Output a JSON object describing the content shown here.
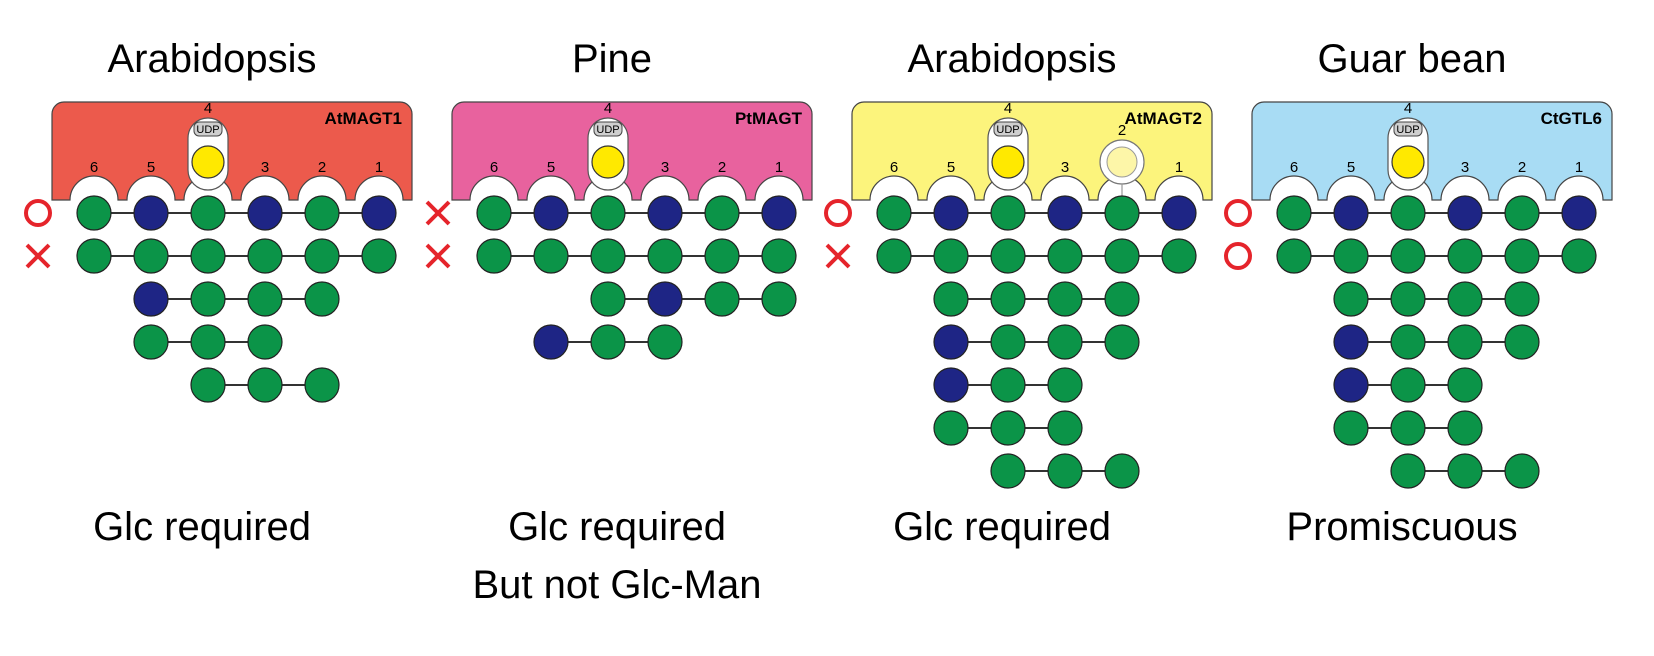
{
  "panels": [
    {
      "organism": "Arabidopsis",
      "enzyme": "AtMAGT1",
      "color": "#ec5a4c",
      "udp_label": "UDP",
      "top_number": "4",
      "site_numbers": [
        "6",
        "5",
        "3",
        "2",
        "1"
      ],
      "extra_site": null,
      "marks": [
        "circle",
        "cross"
      ],
      "rows": [
        [
          "G",
          "B",
          "G",
          "B",
          "G",
          "B"
        ],
        [
          "G",
          "G",
          "G",
          "G",
          "G",
          "G"
        ],
        [
          null,
          "B",
          "G",
          "G",
          "G",
          null
        ],
        [
          null,
          "G",
          "G",
          "G",
          null,
          null
        ],
        [
          null,
          null,
          "G",
          "G",
          "G",
          null
        ]
      ],
      "caption": [
        "Glc required"
      ]
    },
    {
      "organism": "Pine",
      "enzyme": "PtMAGT",
      "color": "#e8629e",
      "udp_label": "UDP",
      "top_number": "4",
      "site_numbers": [
        "6",
        "5",
        "3",
        "2",
        "1"
      ],
      "extra_site": null,
      "marks": [
        "cross",
        "cross"
      ],
      "rows": [
        [
          "G",
          "B",
          "G",
          "B",
          "G",
          "B"
        ],
        [
          "G",
          "G",
          "G",
          "G",
          "G",
          "G"
        ],
        [
          null,
          null,
          "G",
          "B",
          "G",
          "G"
        ],
        [
          null,
          "B",
          "G",
          "G",
          null,
          null
        ]
      ],
      "caption": [
        "Glc required",
        "But not Glc-Man"
      ]
    },
    {
      "organism": "Arabidopsis",
      "enzyme": "AtMAGT2",
      "color": "#fcf47c",
      "udp_label": "UDP",
      "top_number": "4",
      "site_numbers": [
        "6",
        "5",
        "3",
        "1"
      ],
      "extra_site": "2",
      "marks": [
        "circle",
        "cross"
      ],
      "rows": [
        [
          "G",
          "B",
          "G",
          "B",
          "G",
          "B"
        ],
        [
          "G",
          "G",
          "G",
          "G",
          "G",
          "G"
        ],
        [
          null,
          "G",
          "G",
          "G",
          "G",
          null
        ],
        [
          null,
          "B",
          "G",
          "G",
          "G",
          null
        ],
        [
          null,
          "B",
          "G",
          "G",
          null,
          null
        ],
        [
          null,
          "G",
          "G",
          "G",
          null,
          null
        ],
        [
          null,
          null,
          "G",
          "G",
          "G",
          null
        ]
      ],
      "caption": [
        "Glc required"
      ]
    },
    {
      "organism": "Guar bean",
      "enzyme": "CtGTL6",
      "color": "#a8dcf4",
      "udp_label": "UDP",
      "top_number": "4",
      "site_numbers": [
        "6",
        "5",
        "3",
        "2",
        "1"
      ],
      "extra_site": null,
      "marks": [
        "circle",
        "circle"
      ],
      "rows": [
        [
          "G",
          "B",
          "G",
          "B",
          "G",
          "B"
        ],
        [
          "G",
          "G",
          "G",
          "G",
          "G",
          "G"
        ],
        [
          null,
          "G",
          "G",
          "G",
          "G",
          null
        ],
        [
          null,
          "B",
          "G",
          "G",
          "G",
          null
        ],
        [
          null,
          "B",
          "G",
          "G",
          null,
          null
        ],
        [
          null,
          "G",
          "G",
          "G",
          null,
          null
        ],
        [
          null,
          null,
          "G",
          "G",
          "G",
          null
        ]
      ],
      "caption": [
        "Promiscuous"
      ]
    }
  ],
  "colors": {
    "glc": "#0b9448",
    "man": "#1e2585",
    "udp_sugar": "#ffe900",
    "mark": "#e5242b"
  }
}
